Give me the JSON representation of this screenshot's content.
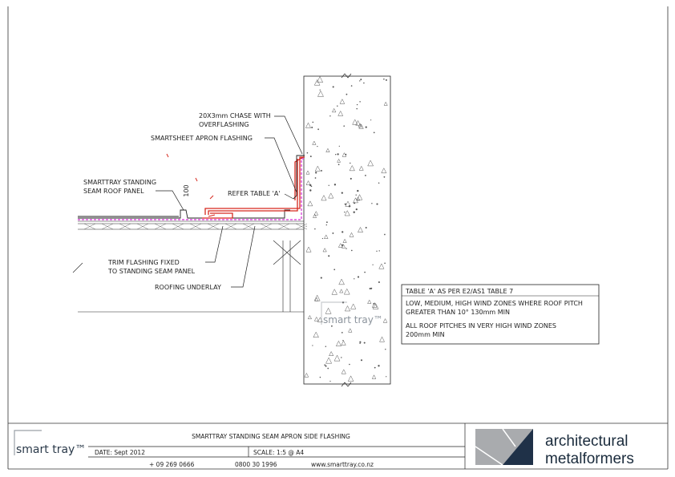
{
  "labels": {
    "chase": [
      "20X3mm CHASE WITH",
      "OVERFLASHING"
    ],
    "apron": "SMARTSHEET APRON FLASHING",
    "panel": [
      "SMARTTRAY STANDING",
      "SEAM ROOF PANEL"
    ],
    "refer": "REFER TABLE 'A'",
    "dim": "100",
    "trim": [
      "TRIM FLASHING FIXED",
      "TO STANDING SEAM PANEL"
    ],
    "underlay": "ROOFING UNDERLAY"
  },
  "table_a": {
    "title": "TABLE 'A' AS PER E2/AS1 TABLE 7",
    "lines": [
      "LOW, MEDIUM, HIGH WIND ZONES WHERE ROOF PITCH",
      "GREATER THAN 10° 130mm MIN",
      "ALL ROOF PITCHES IN VERY HIGH WIND ZONES",
      "200mm MIN"
    ]
  },
  "watermark": "smart tray™",
  "title_block": {
    "title": "SMARTTRAY STANDING SEAM APRON SIDE FLASHING",
    "date": "DATE: Sept 2012",
    "scale": "SCALE: 1:5 @ A4",
    "phone": "+ 09 269 0666",
    "freephone": "0800 30 1996",
    "web": "www.smarttray.co.nz",
    "logo_text": "smart tray™",
    "company": [
      "architectural",
      "metalformers"
    ]
  },
  "colors": {
    "flashing": "#d6281e",
    "underlay": "#d62bd6",
    "line": "#222222",
    "am_grey": "#a9abae",
    "am_navy": "#1f3148"
  }
}
